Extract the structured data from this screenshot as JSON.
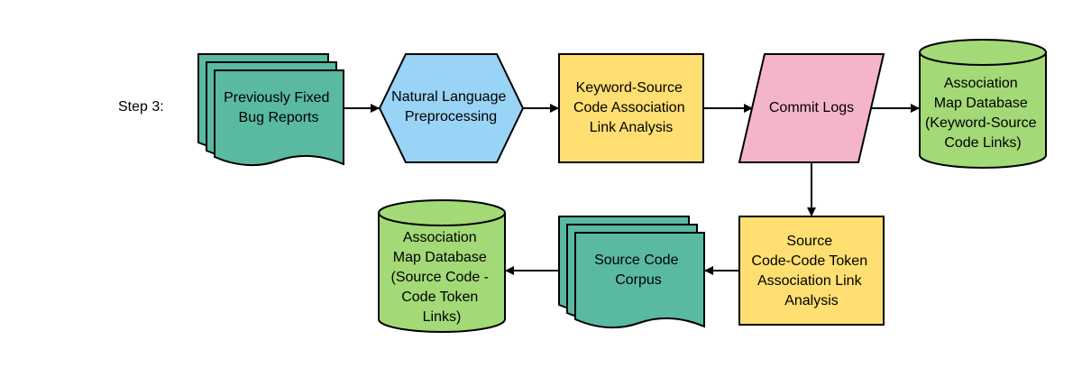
{
  "step_label": "Step 3:",
  "colors": {
    "document": "#5ab9a1",
    "process": "#ffdf71",
    "preprocess": "#99d3f5",
    "commit": "#f5b5c8",
    "database": "#a3d977",
    "stroke": "#000000"
  },
  "nodes": {
    "bug_reports": {
      "lines": [
        "Previously Fixed",
        "Bug Reports"
      ]
    },
    "nlp": {
      "lines": [
        "Natural Language",
        "Preprocessing"
      ]
    },
    "keyword_analysis": {
      "lines": [
        "Keyword-Source",
        "Code Association",
        "Link Analysis"
      ]
    },
    "commit_logs": {
      "lines": [
        "Commit Logs"
      ]
    },
    "db_keyword": {
      "lines": [
        "Association",
        "Map Database",
        "(Keyword-Source",
        "Code Links)"
      ]
    },
    "token_analysis": {
      "lines": [
        "Source",
        "Code-Code Token",
        "Association Link",
        "Analysis"
      ]
    },
    "source_corpus": {
      "lines": [
        "Source Code",
        "Corpus"
      ]
    },
    "db_source": {
      "lines": [
        "Association",
        "Map Database",
        "(Source Code -",
        "Code Token",
        "Links)"
      ]
    }
  }
}
